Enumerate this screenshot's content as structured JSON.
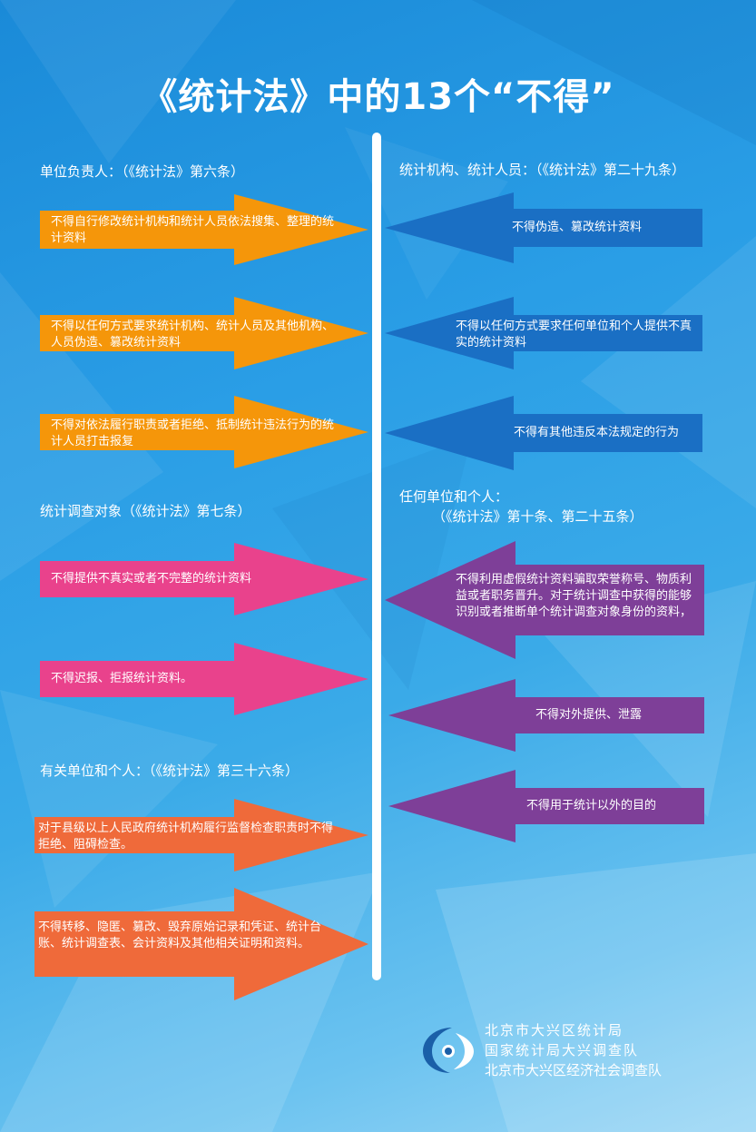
{
  "title": "《统计法》中的13个“不得”",
  "colors": {
    "orange": "#f5960a",
    "blue": "#1a6fc4",
    "pink": "#e9428c",
    "purple": "#7e3f98",
    "red_orange": "#ef6a3a"
  },
  "left": {
    "section1": {
      "title": "单位负责人：（《统计法》第六条）",
      "items": [
        "不得自行修改统计机构和统计人员依法搜集、整理的统计资料",
        "不得以任何方式要求统计机构、统计人员及其他机构、人员伪造、篡改统计资料",
        "不得对依法履行职责或者拒绝、抵制统计违法行为的统计人员打击报复"
      ]
    },
    "section2": {
      "title": "统计调查对象（《统计法》第七条）",
      "items": [
        "不得提供不真实或者不完整的统计资料",
        "不得迟报、拒报统计资料。"
      ]
    },
    "section3": {
      "title": "有关单位和个人：（《统计法》第三十六条）",
      "items": [
        "对于县级以上人民政府统计机构履行监督检查职责时不得拒绝、阻碍检查。",
        "不得转移、隐匿、篡改、毁弃原始记录和凭证、统计台账、统计调查表、会计资料及其他相关证明和资料。"
      ]
    }
  },
  "right": {
    "section1": {
      "title": "统计机构、统计人员：（《统计法》第二十九条）",
      "items": [
        "不得伪造、篡改统计资料",
        "不得以任何方式要求任何单位和个人提供不真实的统计资料",
        "不得有其他违反本法规定的行为"
      ]
    },
    "section2": {
      "title_line1": "任何单位和个人：",
      "title_line2": "（《统计法》第十条、第二十五条）",
      "items": [
        "不得利用虚假统计资料骗取荣誉称号、物质利益或者职务晋升。对于统计调查中获得的能够识别或者推断单个统计调查对象身份的资料，",
        "不得对外提供、泄露",
        "不得用于统计以外的目的"
      ]
    }
  },
  "footer": {
    "lines": [
      "北京市大兴区统计局",
      "国家统计局大兴调查队",
      "北京市大兴区经济社会调查队"
    ]
  },
  "icons": {
    "logo": "statistics-bureau-logo-icon"
  }
}
